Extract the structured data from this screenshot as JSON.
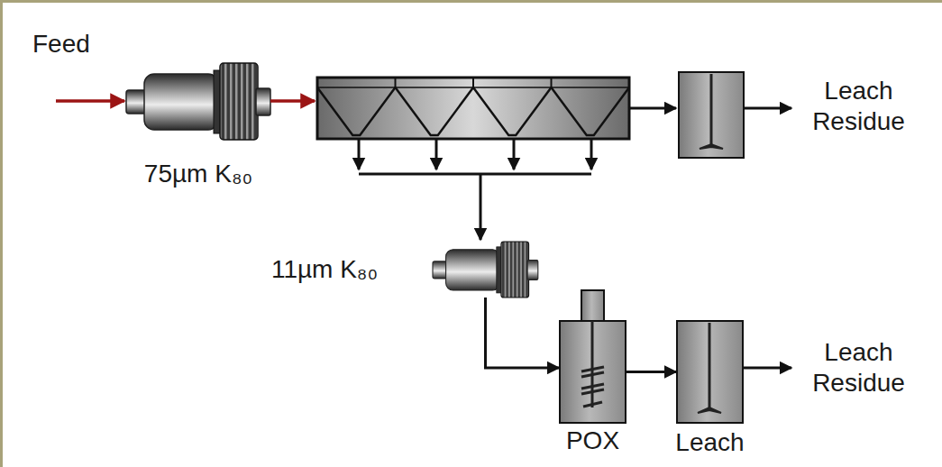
{
  "diagram": {
    "nodes": [
      {
        "text": [
          "75µm K₈₀"
        ]
      },
      {
        "text": [
          "11µm K₈₀"
        ]
      },
      {
        "text": [
          "POX"
        ]
      },
      {
        "text": [
          "Leach"
        ]
      }
    ],
    "edges": [
      {
        "from": 1,
        "to": 2,
        "arrow": "to"
      },
      {
        "from": 2,
        "to": 3,
        "arrow": "to"
      }
    ],
    "labels": [
      "Feed",
      "Leach Residue",
      "Leach Residue"
    ]
  }
}
